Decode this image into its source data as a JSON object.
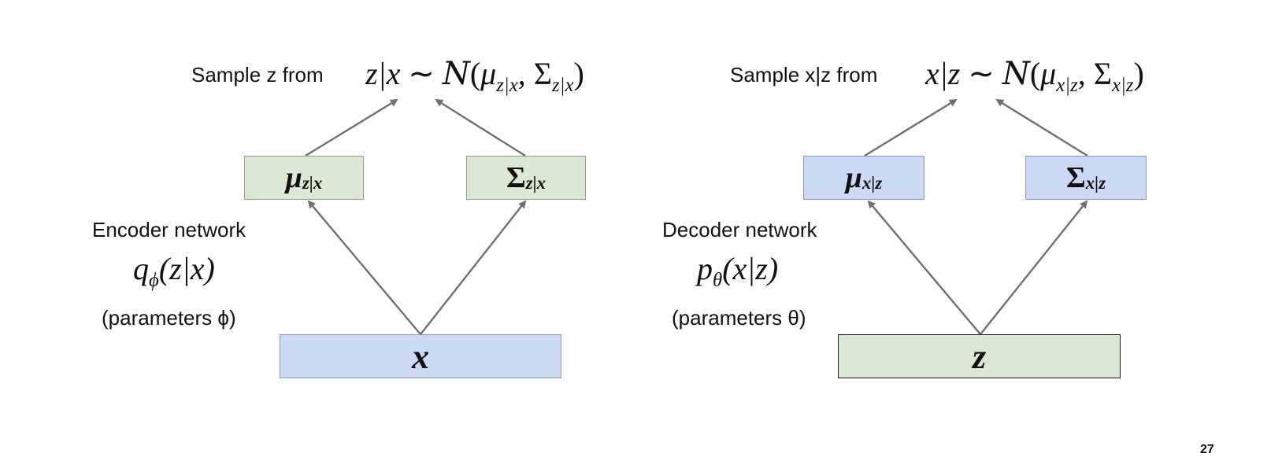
{
  "colors": {
    "green_fill": "#dae8d4",
    "green_border": "#8aa584",
    "blue_fill": "#ccd9f4",
    "blue_border": "#8a98b4",
    "arrow": "#707070"
  },
  "encoder": {
    "sample_label": "Sample z from",
    "dist_lhs": "z|x",
    "dist_tilde": "∼",
    "dist_N": "N",
    "dist_open": "(",
    "mu_sym": "μ",
    "mu_sub": "z|x",
    "comma": ",",
    "sigma_sym": "Σ",
    "sigma_sub": "z|x",
    "dist_close": ")",
    "box_mu_sym": "μ",
    "box_mu_sub": "z|x",
    "box_sigma_sym": "Σ",
    "box_sigma_sub": "z|x",
    "network_label": "Encoder network",
    "func_sym": "q",
    "func_sub": "ϕ",
    "func_args": "(z|x)",
    "params_label": "(parameters ϕ)",
    "input_box": "x"
  },
  "decoder": {
    "sample_label": "Sample x|z from",
    "dist_lhs": "x|z",
    "dist_tilde": "∼",
    "dist_N": "N",
    "dist_open": "(",
    "mu_sym": "μ",
    "mu_sub": "x|z",
    "comma": ",",
    "sigma_sym": "Σ",
    "sigma_sub": "x|z",
    "dist_close": ")",
    "box_mu_sym": "μ",
    "box_mu_sub": "x|z",
    "box_sigma_sym": "Σ",
    "box_sigma_sub": "x|z",
    "network_label": "Decoder network",
    "func_sym": "p",
    "func_sub": "θ",
    "func_args": "(x|z)",
    "params_label": "(parameters θ)",
    "input_box": "z"
  },
  "page_number": "27"
}
